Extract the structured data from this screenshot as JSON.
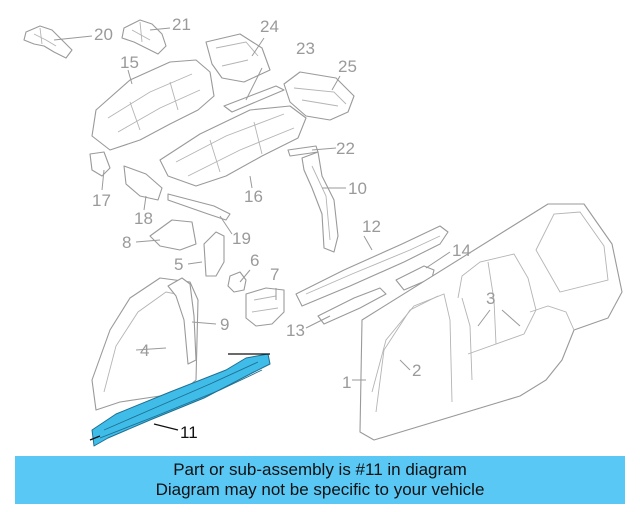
{
  "callouts": {
    "c1": "1",
    "c2": "2",
    "c3": "3",
    "c4": "4",
    "c5": "5",
    "c6": "6",
    "c7": "7",
    "c8": "8",
    "c9": "9",
    "c10": "10",
    "c11": "11",
    "c12": "12",
    "c13": "13",
    "c14": "14",
    "c15": "15",
    "c16": "16",
    "c17": "17",
    "c18": "18",
    "c19": "19",
    "c20": "20",
    "c21": "21",
    "c22": "22",
    "c23": "23",
    "c24": "24",
    "c25": "25"
  },
  "highlighted_part": "11",
  "colors": {
    "highlight": "#3fbde8",
    "banner": "#5ac8f5",
    "line_art": "#9a9a9a"
  },
  "banner": {
    "line1": "Part or sub-assembly is #11 in diagram",
    "line2": "Diagram may not be specific to your vehicle"
  }
}
